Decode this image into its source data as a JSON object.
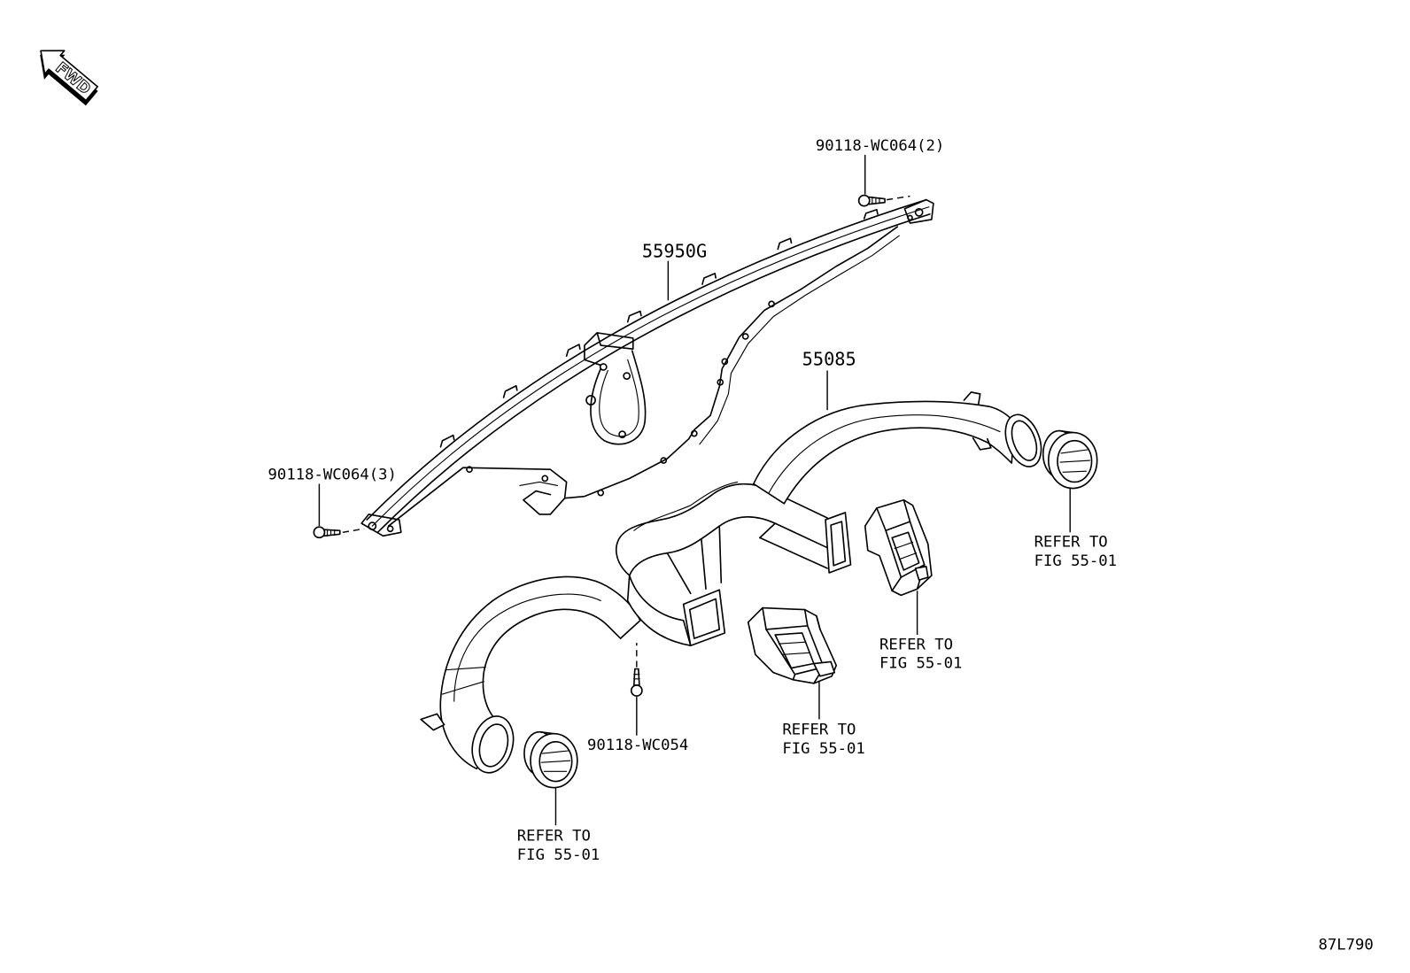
{
  "diagram": {
    "fwd_arrow_label": "FWD",
    "drawing_number": "87L790",
    "part_labels": {
      "screw_upper_right": "90118-WC064(2)",
      "upper_part": "55950G",
      "duct_part": "55085",
      "screw_left": "90118-WC064(3)",
      "screw_center": "90118-WC054"
    },
    "references": [
      {
        "line1": "REFER TO",
        "line2": "FIG 55-01"
      },
      {
        "line1": "REFER TO",
        "line2": "FIG 55-01"
      },
      {
        "line1": "REFER TO",
        "line2": "FIG 55-01"
      },
      {
        "line1": "REFER TO",
        "line2": "FIG 55-01"
      }
    ],
    "colors": {
      "line": "#000000",
      "background": "#ffffff"
    }
  }
}
